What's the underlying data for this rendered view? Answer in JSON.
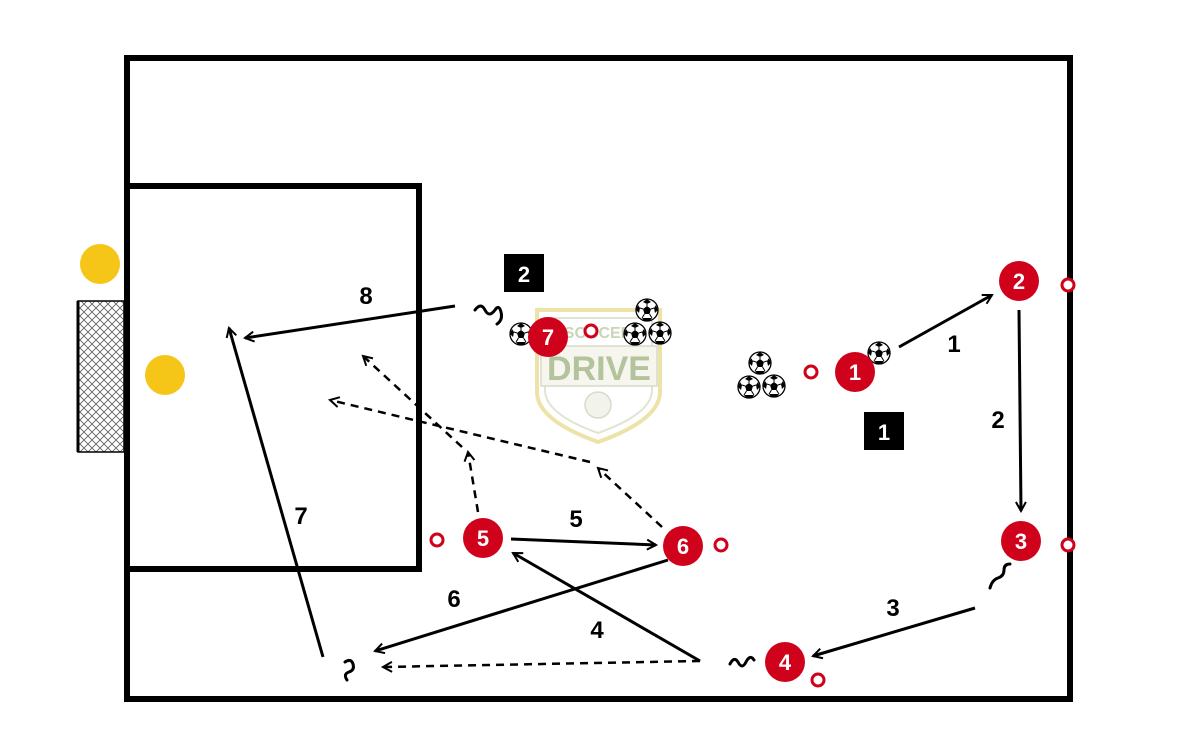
{
  "colors": {
    "player": "#d0021b",
    "goalkeeper": "#f5c518",
    "line": "#000000",
    "logo": "#c8b96a",
    "logo_text": "#8ea86a"
  },
  "logo": {
    "top_text": "SOCCER",
    "main_text": "DRIVE"
  },
  "boxes": [
    {
      "id": "box-1",
      "label": "1"
    },
    {
      "id": "box-2",
      "label": "2"
    }
  ],
  "players": [
    {
      "id": "player-1",
      "label": "1"
    },
    {
      "id": "player-2",
      "label": "2"
    },
    {
      "id": "player-3",
      "label": "3"
    },
    {
      "id": "player-4",
      "label": "4"
    },
    {
      "id": "player-5",
      "label": "5"
    },
    {
      "id": "player-6",
      "label": "6"
    },
    {
      "id": "player-7",
      "label": "7"
    }
  ],
  "step_labels": [
    {
      "id": "step-1",
      "label": "1"
    },
    {
      "id": "step-2",
      "label": "2"
    },
    {
      "id": "step-3",
      "label": "3"
    },
    {
      "id": "step-4",
      "label": "4"
    },
    {
      "id": "step-5",
      "label": "5"
    },
    {
      "id": "step-6",
      "label": "6"
    },
    {
      "id": "step-7",
      "label": "7"
    },
    {
      "id": "step-8",
      "label": "8"
    }
  ]
}
